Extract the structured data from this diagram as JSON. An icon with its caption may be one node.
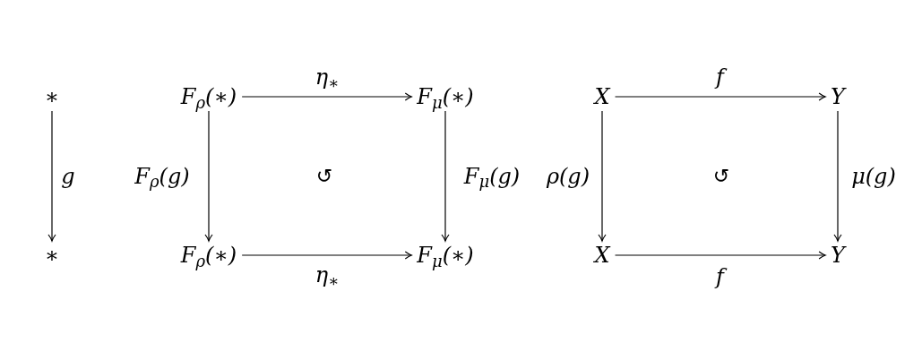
{
  "diagram": {
    "nodes": [
      {
        "text": [
          "∗"
        ]
      },
      {
        "text": [
          "∗"
        ]
      },
      {
        "text": [
          "F$_{ρ}$(∗)"
        ]
      },
      {
        "text": [
          "F$_{μ}$(∗)"
        ]
      },
      {
        "text": [
          "F$_{ρ}$(∗)"
        ]
      },
      {
        "text": [
          "F$_{μ}$(∗)"
        ]
      },
      {
        "text": [
          "X"
        ]
      },
      {
        "text": [
          "Y"
        ]
      },
      {
        "text": [
          "X"
        ]
      },
      {
        "text": [
          "Y"
        ]
      }
    ],
    "edges": [
      {
        "from": 0,
        "to": 1,
        "arrow": "to",
        "label": "g"
      },
      {
        "from": 2,
        "to": 3,
        "arrow": "to",
        "label": "η$_{∗}$"
      },
      {
        "from": 2,
        "to": 4,
        "arrow": "to",
        "label": "F$_{ρ}$(g)"
      },
      {
        "from": 3,
        "to": 5,
        "arrow": "to",
        "label": "F$_{μ}$(g)"
      },
      {
        "from": 4,
        "to": 5,
        "arrow": "to",
        "label": "η$_{∗}$"
      },
      {
        "from": 6,
        "to": 7,
        "arrow": "to",
        "label": "f"
      },
      {
        "from": 6,
        "to": 8,
        "arrow": "to",
        "label": "ρ(g)"
      },
      {
        "from": 7,
        "to": 9,
        "arrow": "to",
        "label": "μ(g)"
      },
      {
        "from": 8,
        "to": 9,
        "arrow": "to",
        "label": "f"
      }
    ],
    "labels": [
      "↺",
      "↺"
    ]
  }
}
